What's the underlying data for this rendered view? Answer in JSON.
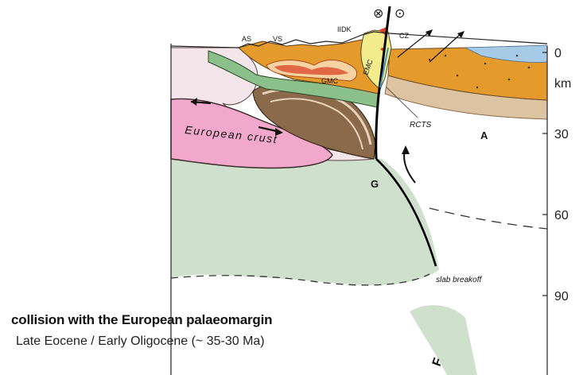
{
  "caption": {
    "title": "collision with the European palaeomargin",
    "subtitle": "Late Eocene / Early Oligocene (~ 35-30 Ma)"
  },
  "labels": {
    "as": "AS",
    "vs": "VS",
    "iidk": "IIDK",
    "cz": "CZ",
    "emc": "EMC",
    "gmc": "GMC",
    "rcts": "RCTS",
    "european_crust": "European crust",
    "g": "G",
    "a": "A",
    "slab_breakoff": "slab breakoff",
    "f": "F"
  },
  "depth_axis": {
    "unit": "km",
    "ticks": [
      "0",
      "30",
      "60",
      "90"
    ]
  },
  "symbols": {
    "into_page": "⊗",
    "out_of_page": "⊙"
  },
  "colors": {
    "mantle": "#cfe0cc",
    "european_crust": "#f1a8cb",
    "pale_pink_nappes": "#f4e5ea",
    "brown_wedge": "#8a6a4a",
    "light_brown": "#c3a06e",
    "orange_orogen": "#e59a2c",
    "light_orange": "#f6d3a0",
    "yellow_unit": "#f3ec8c",
    "green_band": "#8cc08a",
    "blue_basin": "#a6cbe6",
    "red_unit": "#d8442a"
  }
}
